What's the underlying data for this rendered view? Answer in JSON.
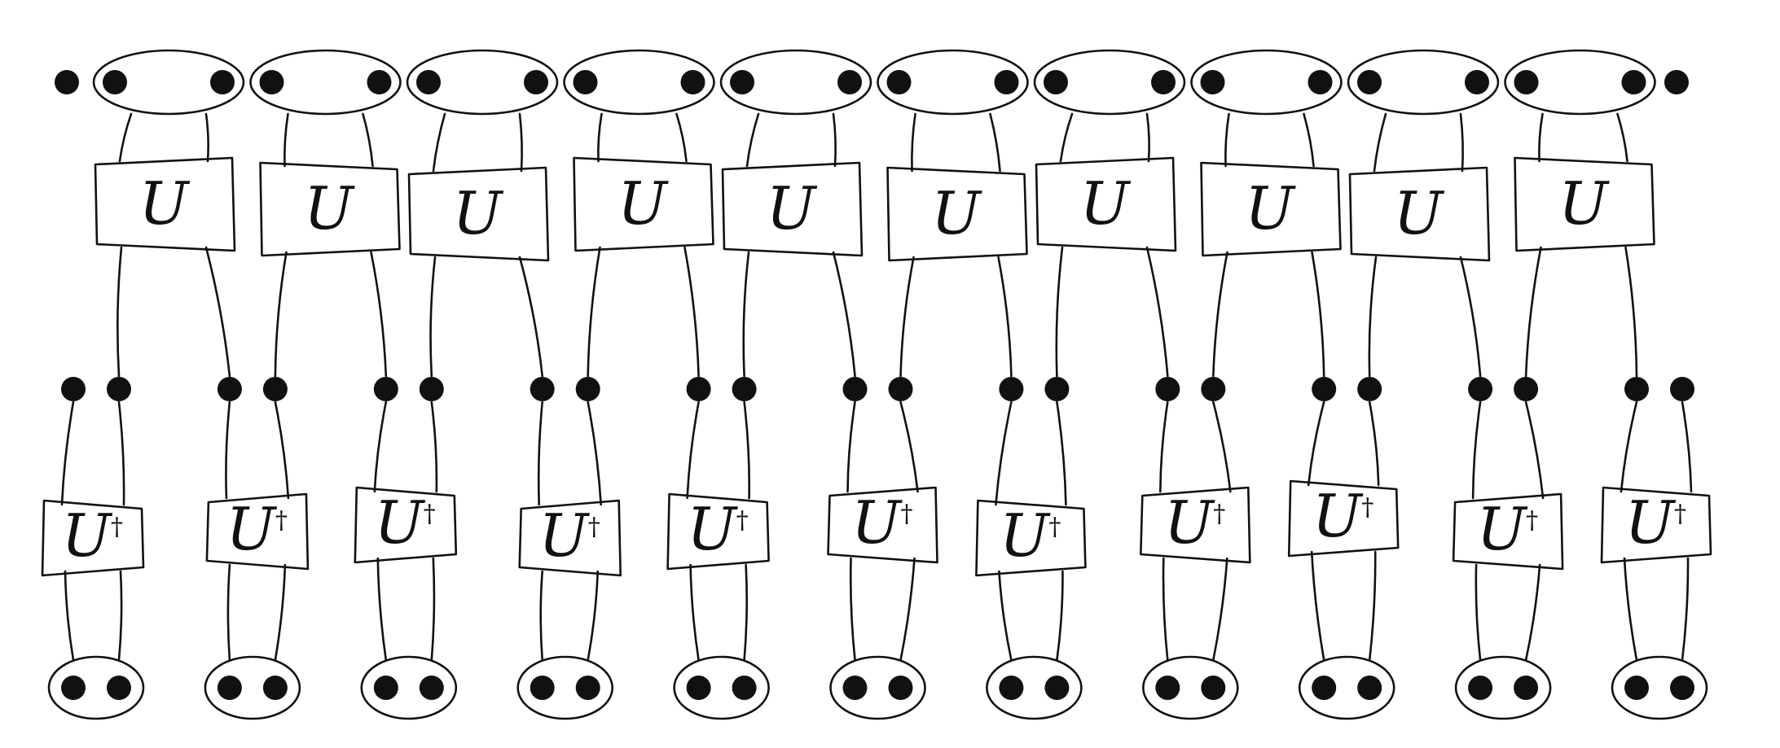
{
  "ink_color": "#111111",
  "background_color": "#ffffff",
  "top_row": {
    "pair_count": 10,
    "unpaired_dots": 2,
    "gate_label": "U"
  },
  "bottom_row": {
    "gate_count": 11,
    "gate_label": "U",
    "gate_superscript": "†",
    "pair_count": 11
  }
}
